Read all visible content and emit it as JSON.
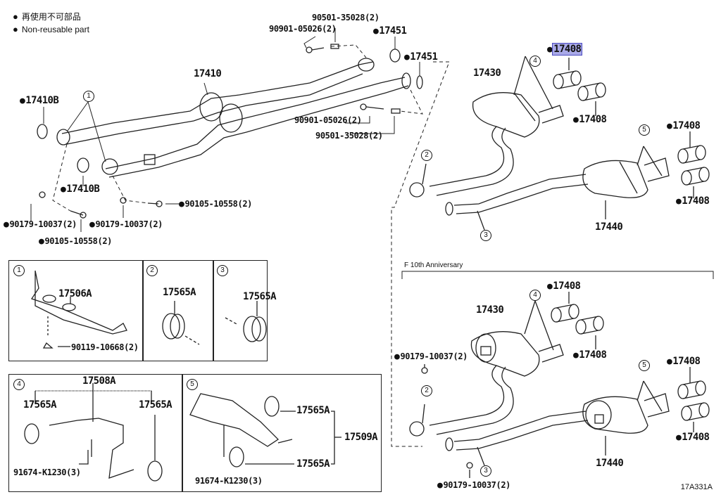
{
  "legend": {
    "symbol": "●",
    "line_ja": "再使用不可部品",
    "line_en": "Non-reusable part"
  },
  "main": {
    "front_pipe": "17410",
    "gasket_17410b_top": "17410B",
    "gasket_17410b_bottom": "17410B",
    "gasket_17451_a": "17451",
    "gasket_17451_b": "17451",
    "bolt_top": "90901-05026(2)",
    "spring_top": "90501-35028(2)",
    "bolt_mid": "90901-05026(2)",
    "spring_mid": "90501-35028(2)",
    "nut_left": "90179-10037(2)",
    "nut_right": "90179-10037(2)",
    "bolt_left": "90105-10558(2)",
    "bolt_right": "90105-10558(2)",
    "callout_1": "1"
  },
  "rear_standard": {
    "center_pipe": "17430",
    "tail_pipe": "17440",
    "tip_top_selected": "17408",
    "tip_top_2": "17408",
    "tip_right_1": "17408",
    "tip_right_2": "17408",
    "callout_2": "2",
    "callout_3": "3",
    "callout_4": "4",
    "callout_5": "5"
  },
  "anniversary": {
    "title": "F 10th Anniversary",
    "center_pipe": "17430",
    "tail_pipe": "17440",
    "tip_top_1": "17408",
    "tip_top_2": "17408",
    "tip_right_1": "17408",
    "tip_right_2": "17408",
    "nut_top": "90179-10037(2)",
    "nut_bottom": "90179-10037(2)",
    "callout_2": "2",
    "callout_3": "3",
    "callout_4": "4",
    "callout_5": "5"
  },
  "detail_boxes": [
    {
      "index": "1",
      "parts": [
        "17506A",
        "90119-10668(2)"
      ]
    },
    {
      "index": "2",
      "parts": [
        "17565A"
      ]
    },
    {
      "index": "3",
      "parts": [
        "17565A"
      ]
    },
    {
      "index": "4",
      "parts": [
        "17508A",
        "17565A",
        "17565A",
        "91674-K1230(3)"
      ]
    },
    {
      "index": "5",
      "parts": [
        "17565A",
        "17509A",
        "17565A",
        "91674-K1230(3)"
      ]
    }
  ],
  "diagram_code": "17A331A",
  "colors": {
    "highlight_fill": "#a9a9e8",
    "highlight_border": "#4a4ac0",
    "line": "#222222"
  }
}
